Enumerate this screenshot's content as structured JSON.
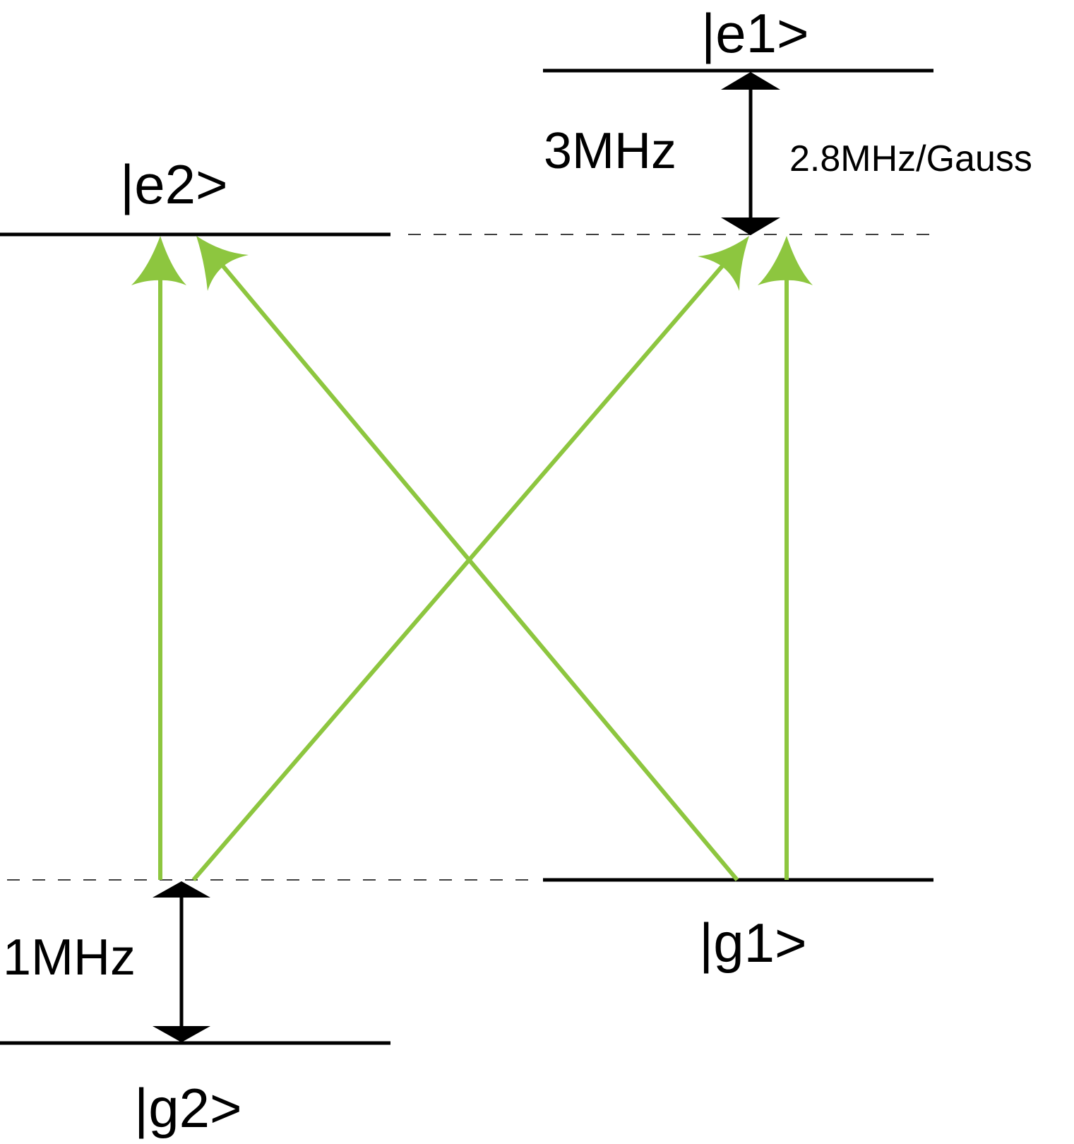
{
  "levels": {
    "e1": "|e1>",
    "e2": "|e2>",
    "g1": "|g1>",
    "g2": "|g2>"
  },
  "splittings": {
    "excited": "3MHz",
    "ground": "1MHz",
    "zeeman_rate": "2.8MHz/Gauss"
  },
  "colors": {
    "level_line": "#000000",
    "transition_arrow": "#8dc63f",
    "splitting_arrow": "#000000"
  }
}
